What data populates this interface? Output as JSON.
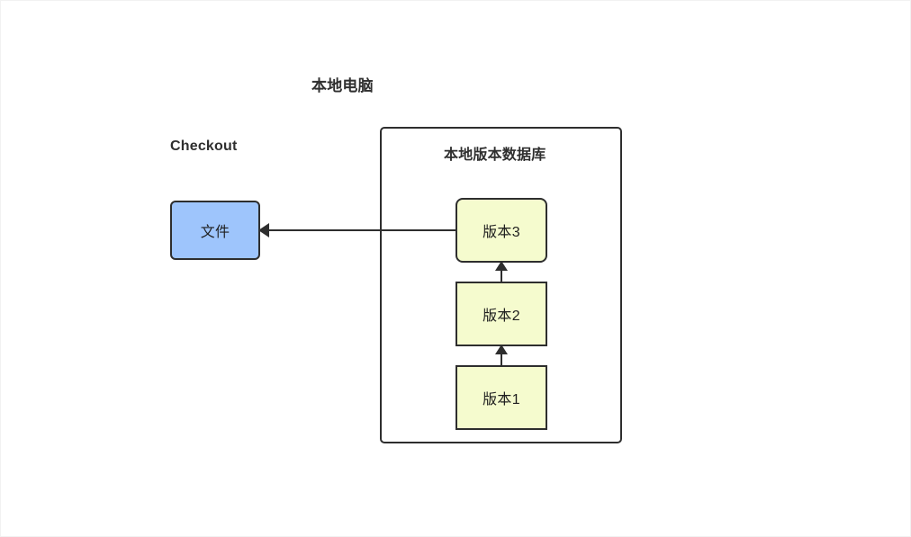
{
  "diagram": {
    "title": "本地电脑",
    "background_color": "#ffffff",
    "stroke_color": "#2e2e2e",
    "checkout_label": "Checkout",
    "repository": {
      "title": "本地版本数据库",
      "versions": [
        {
          "label": "版本3",
          "fill": "#f5fbce"
        },
        {
          "label": "版本2",
          "fill": "#f5fbce"
        },
        {
          "label": "版本1",
          "fill": "#f5fbce"
        }
      ]
    },
    "file_node": {
      "label": "文件",
      "fill": "#9ec5fc"
    }
  }
}
